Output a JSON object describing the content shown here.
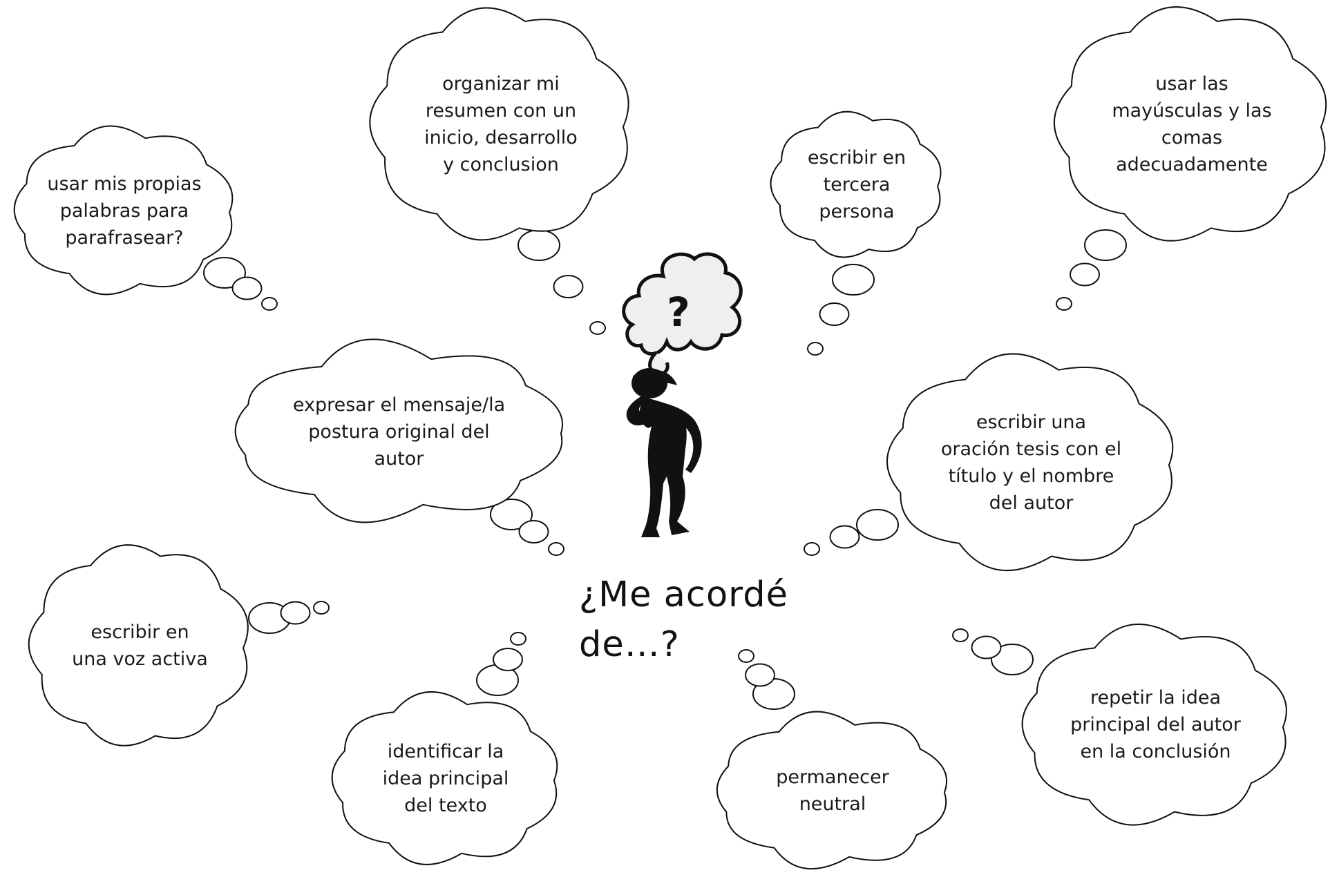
{
  "title_line1": "¿Me acordé",
  "title_line2": "de…?",
  "figure": {
    "icon": "thinking-person-icon",
    "thought_symbol": "?"
  },
  "clouds": [
    {
      "id": "parafrasear",
      "text": "usar mis propias\npalabras para\nparafrasear?"
    },
    {
      "id": "organizar",
      "text": "organizar mi\nresumen con un\ninicio, desarrollo\ny conclusion"
    },
    {
      "id": "tercera-persona",
      "text": "escribir en\ntercera\npersona"
    },
    {
      "id": "mayusculas",
      "text": "usar las\nmayúsculas y las\ncomas\nadecuadamente"
    },
    {
      "id": "mensaje",
      "text": "expresar el mensaje/la\npostura original del\nautor"
    },
    {
      "id": "tesis",
      "text": "escribir una\noración tesis con el\ntítulo y el nombre\ndel autor"
    },
    {
      "id": "voz-activa",
      "text": "escribir en\nuna voz activa"
    },
    {
      "id": "idea-principal",
      "text": "identificar la\nidea principal\ndel texto"
    },
    {
      "id": "neutral",
      "text": "permanecer\nneutral"
    },
    {
      "id": "conclusion",
      "text": "repetir la idea\nprincipal del autor\nen la conclusión"
    }
  ]
}
